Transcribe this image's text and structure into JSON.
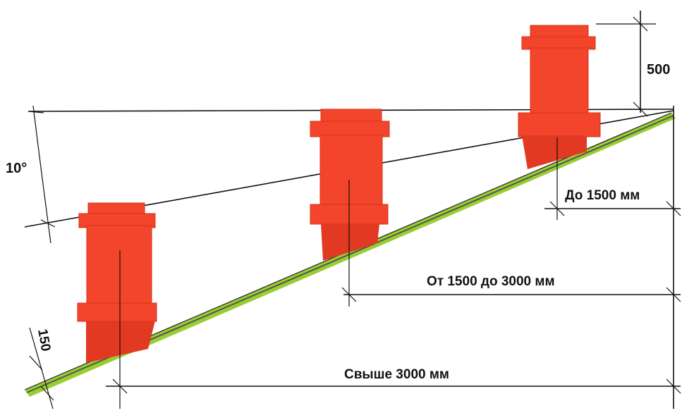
{
  "labels": {
    "angle": "10°",
    "height_above_ridge": "500",
    "distance_near": "До 1500 мм",
    "distance_mid": "От 1500 до 3000 мм",
    "distance_far": "Свыше 3000 мм",
    "height_min": "150"
  },
  "colors": {
    "pipe": "#f2452b",
    "pipe_shadow": "#d8321a",
    "roof_green": "#9acd32",
    "line": "#111111"
  }
}
